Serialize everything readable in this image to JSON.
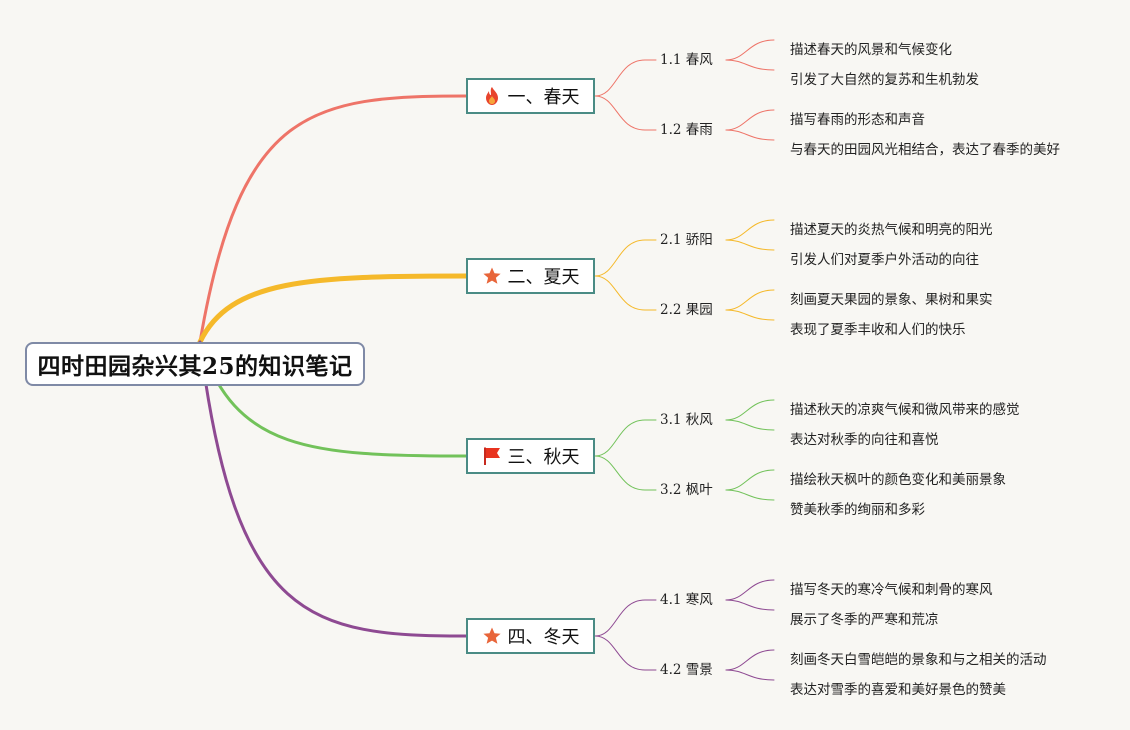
{
  "root": {
    "title": "四时田园杂兴其25的知识笔记"
  },
  "branches": [
    {
      "label": "一、春天",
      "icon": "fire-icon",
      "color": "#ee7468",
      "subs": [
        {
          "label": "1.1 春风",
          "leaves": [
            "描述春天的风景和气候变化",
            "引发了大自然的复苏和生机勃发"
          ]
        },
        {
          "label": "1.2 春雨",
          "leaves": [
            "描写春雨的形态和声音",
            "与春天的田园风光相结合，表达了春季的美好"
          ]
        }
      ]
    },
    {
      "label": "二、夏天",
      "icon": "star-icon",
      "color": "#f5b92a",
      "subs": [
        {
          "label": "2.1 骄阳",
          "leaves": [
            "描述夏天的炎热气候和明亮的阳光",
            "引发人们对夏季户外活动的向往"
          ]
        },
        {
          "label": "2.2 果园",
          "leaves": [
            "刻画夏天果园的景象、果树和果实",
            "表现了夏季丰收和人们的快乐"
          ]
        }
      ]
    },
    {
      "label": "三、秋天",
      "icon": "flag-icon",
      "color": "#72c25a",
      "subs": [
        {
          "label": "3.1 秋风",
          "leaves": [
            "描述秋天的凉爽气候和微风带来的感觉",
            "表达对秋季的向往和喜悦"
          ]
        },
        {
          "label": "3.2 枫叶",
          "leaves": [
            "描绘秋天枫叶的颜色变化和美丽景象",
            "赞美秋季的绚丽和多彩"
          ]
        }
      ]
    },
    {
      "label": "四、冬天",
      "icon": "star-icon",
      "color": "#8e4a92",
      "subs": [
        {
          "label": "4.1 寒风",
          "leaves": [
            "描写冬天的寒冷气候和刺骨的寒风",
            "展示了冬季的严寒和荒凉"
          ]
        },
        {
          "label": "4.2 雪景",
          "leaves": [
            "刻画冬天白雪皑皑的景象和与之相关的活动",
            "表达对雪季的喜爱和美好景色的赞美"
          ]
        }
      ]
    }
  ]
}
